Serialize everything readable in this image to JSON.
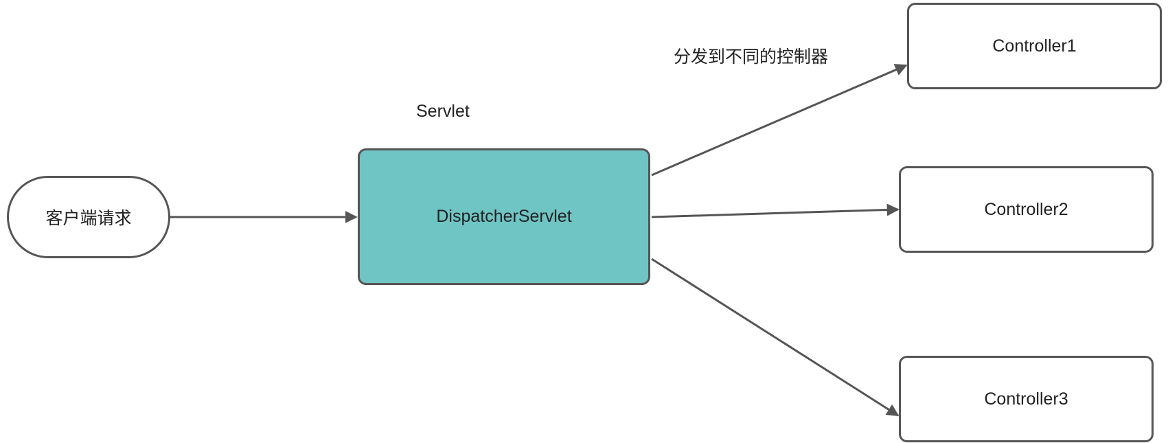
{
  "nodes": {
    "client": "客户端请求",
    "dispatcher": "DispatcherServlet",
    "controller1": "Controller1",
    "controller2": "Controller2",
    "controller3": "Controller3"
  },
  "labels": {
    "servlet": "Servlet",
    "dispatch_note": "分发到不同的控制器"
  },
  "colors": {
    "dispatcher_fill": "#6fc4c4",
    "stroke": "#555555",
    "text": "#222222"
  }
}
